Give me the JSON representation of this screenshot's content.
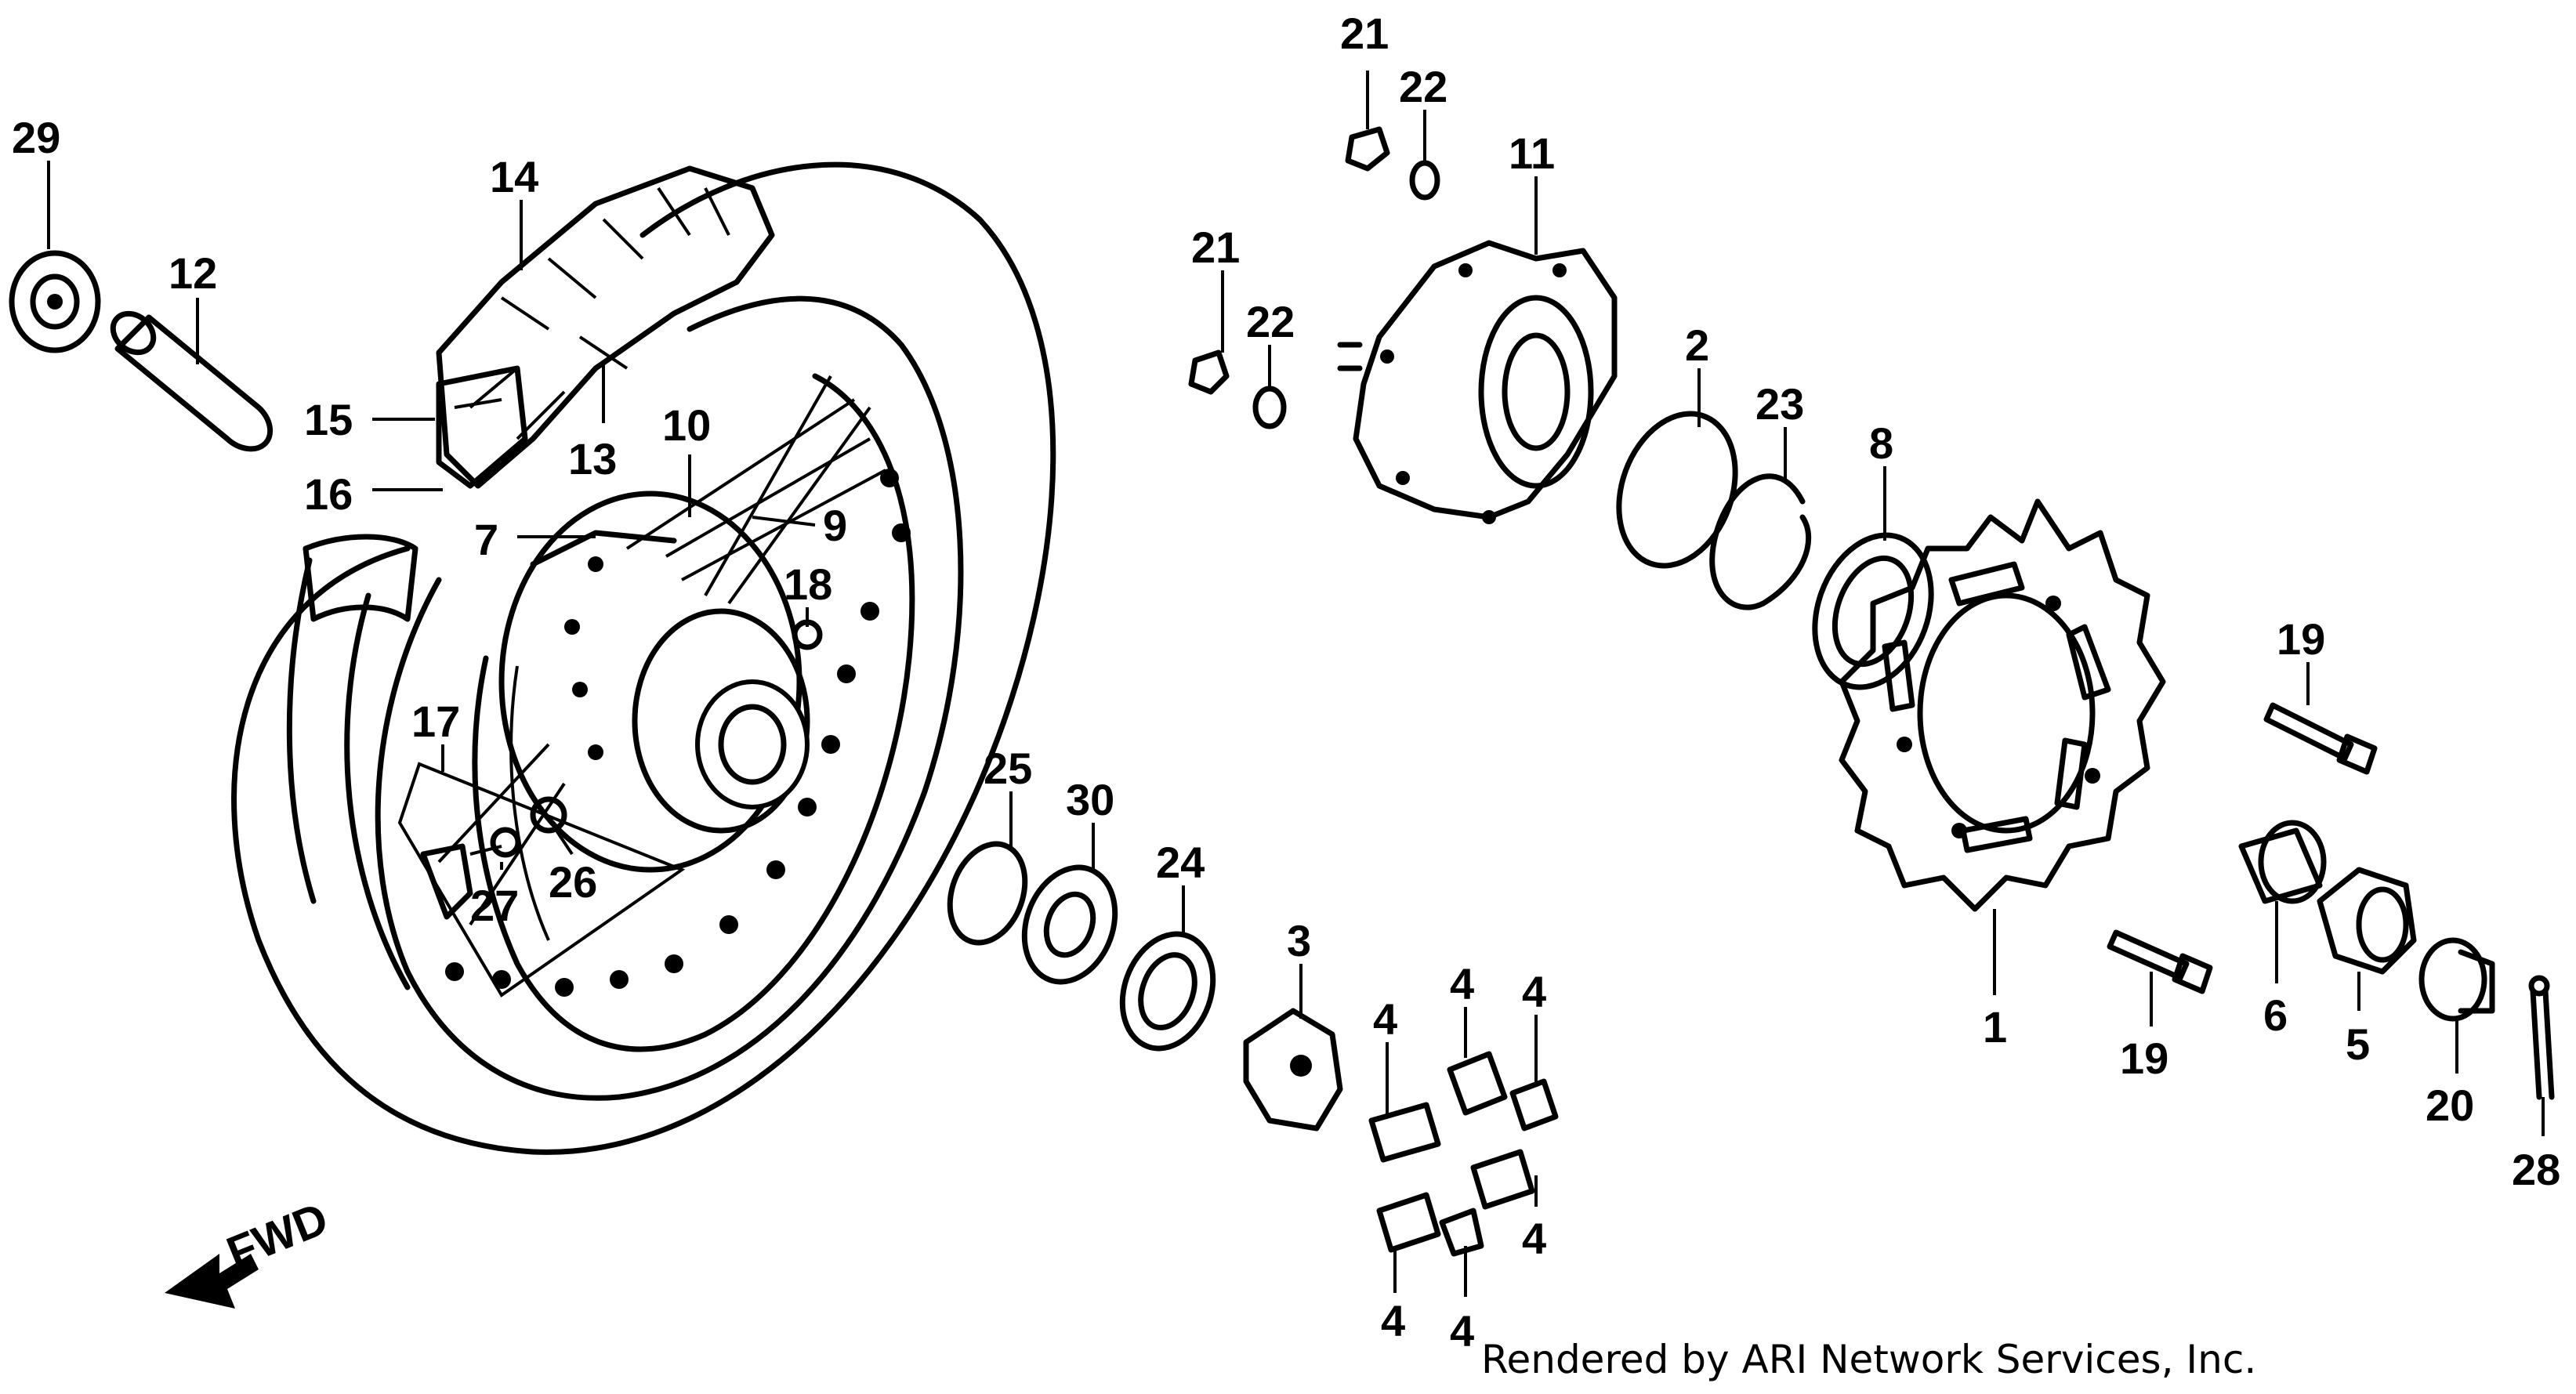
{
  "diagram": {
    "credit": "Rendered by ARI Network Services, Inc.",
    "direction_label": "FWD",
    "callouts": [
      {
        "id": "c29",
        "label": "29"
      },
      {
        "id": "c12",
        "label": "12"
      },
      {
        "id": "c14",
        "label": "14"
      },
      {
        "id": "c15",
        "label": "15"
      },
      {
        "id": "c16",
        "label": "16"
      },
      {
        "id": "c13",
        "label": "13"
      },
      {
        "id": "c10",
        "label": "10"
      },
      {
        "id": "c7",
        "label": "7"
      },
      {
        "id": "c9",
        "label": "9"
      },
      {
        "id": "c18",
        "label": "18"
      },
      {
        "id": "c17",
        "label": "17"
      },
      {
        "id": "c27",
        "label": "27"
      },
      {
        "id": "c26",
        "label": "26"
      },
      {
        "id": "c21a",
        "label": "21"
      },
      {
        "id": "c22a",
        "label": "22"
      },
      {
        "id": "c21b",
        "label": "21"
      },
      {
        "id": "c22b",
        "label": "22"
      },
      {
        "id": "c11",
        "label": "11"
      },
      {
        "id": "c2",
        "label": "2"
      },
      {
        "id": "c23",
        "label": "23"
      },
      {
        "id": "c8",
        "label": "8"
      },
      {
        "id": "c25",
        "label": "25"
      },
      {
        "id": "c30",
        "label": "30"
      },
      {
        "id": "c24",
        "label": "24"
      },
      {
        "id": "c3",
        "label": "3"
      },
      {
        "id": "c4a",
        "label": "4"
      },
      {
        "id": "c4b",
        "label": "4"
      },
      {
        "id": "c4c",
        "label": "4"
      },
      {
        "id": "c4d",
        "label": "4"
      },
      {
        "id": "c4e",
        "label": "4"
      },
      {
        "id": "c4f",
        "label": "4"
      },
      {
        "id": "c1",
        "label": "1"
      },
      {
        "id": "c19a",
        "label": "19"
      },
      {
        "id": "c19b",
        "label": "19"
      },
      {
        "id": "c6",
        "label": "6"
      },
      {
        "id": "c5",
        "label": "5"
      },
      {
        "id": "c20",
        "label": "20"
      },
      {
        "id": "c28",
        "label": "28"
      }
    ]
  }
}
